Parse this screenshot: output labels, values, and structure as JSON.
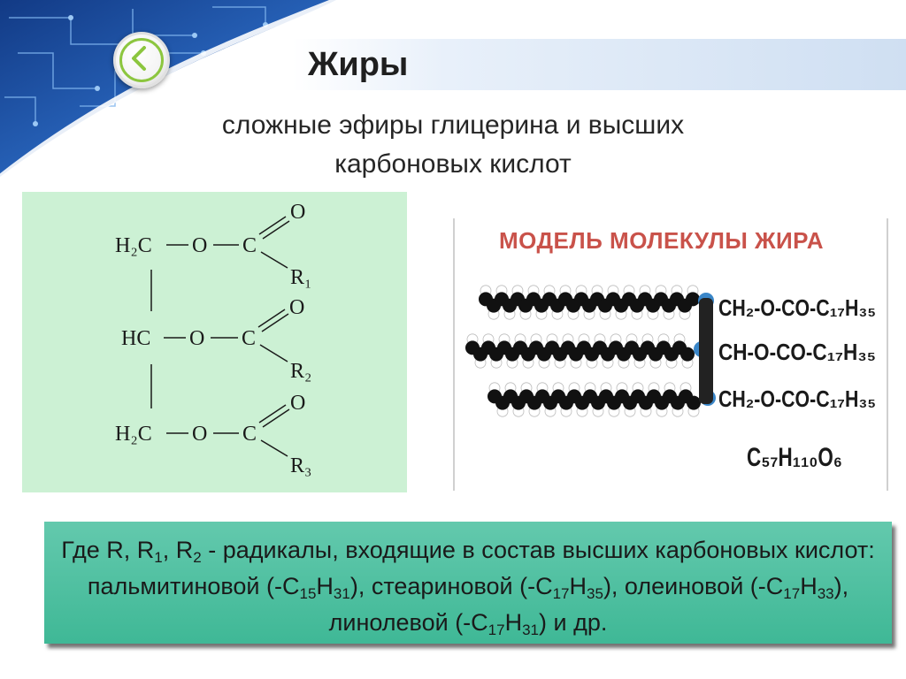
{
  "page": {
    "title": "Жиры",
    "subtitle_line1": "сложные эфиры глицерина и высших",
    "subtitle_line2": "карбоновых кислот",
    "back_icon": "chevron-left-icon"
  },
  "formula": {
    "rows": [
      {
        "group": "H₂C",
        "ester": "O",
        "carbon": "C",
        "oxygen": "O",
        "radical": "R₁"
      },
      {
        "group": "HC",
        "ester": "O",
        "carbon": "C",
        "oxygen": "O",
        "radical": "R₂"
      },
      {
        "group": "H₂C",
        "ester": "O",
        "carbon": "C",
        "oxygen": "O",
        "radical": "R₃"
      }
    ]
  },
  "model": {
    "title": "МОДЕЛЬ МОЛЕКУЛЫ ЖИРА",
    "chains": [
      "CH₂-O-CO-C₁₇H₃₅",
      "CH-O-CO-C₁₇H₃₅",
      "CH₂-O-CO-C₁₇H₃₅"
    ],
    "formula": "C₅₇H₁₁₀O₆"
  },
  "note": {
    "t1": "Где R, R",
    "s1": "1",
    "t2": ", R",
    "s2": "2",
    "t3": " - радикалы, входящие в состав высших карбоновых кислот: пальмитиновой (-С",
    "s3": "15",
    "t4": "Н",
    "s4": "31",
    "t5": "), стеариновой (-С",
    "s5": "17",
    "t6": "Н",
    "s6": "35",
    "t7": "), олеиновой (-С",
    "s7": "17",
    "t8": "Н",
    "s8": "33",
    "t9": "), линолевой (-С",
    "s9": "17",
    "t10": "Н",
    "s10": "31",
    "t11": ") и др."
  },
  "colors": {
    "formula_bg": "#ccf1d4",
    "note_bg": "#4cbf9f",
    "model_title": "#c9524a",
    "accent_green": "#8cc63f",
    "circuit_blue": "#1e4d9c"
  }
}
